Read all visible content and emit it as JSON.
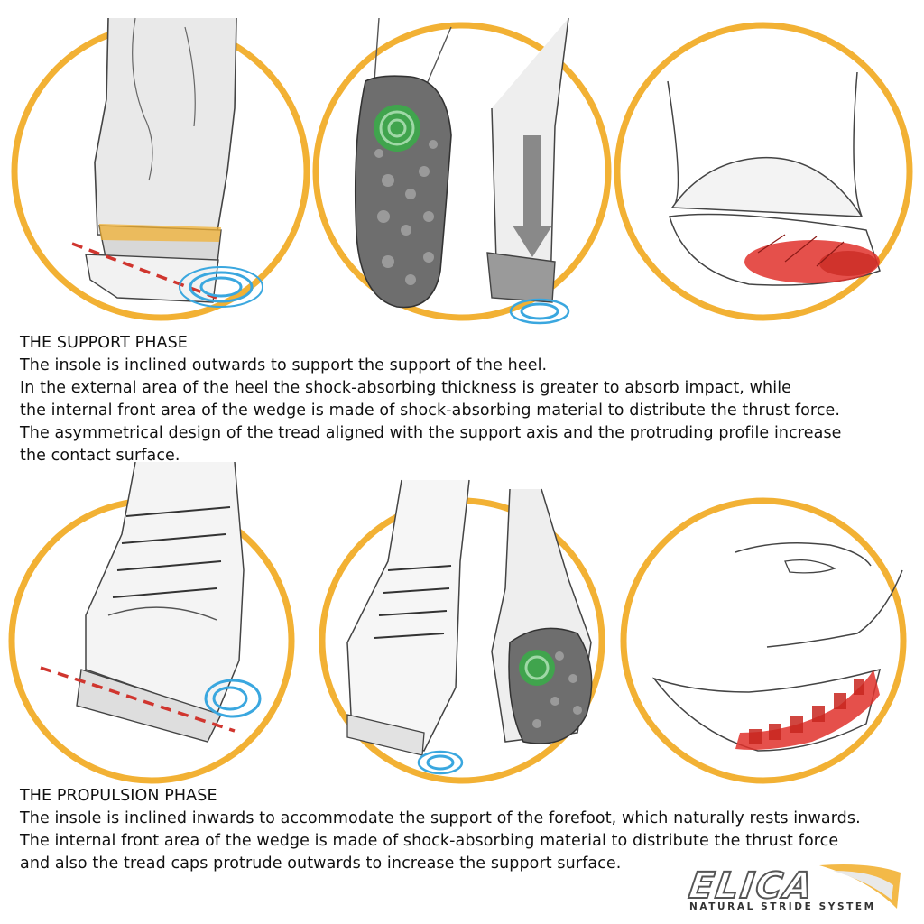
{
  "colors": {
    "circle_ring": "#F2B134",
    "impact_blue": "#3AA7DF",
    "highlight_green": "#3BAA49",
    "pressure_red": "#E0312B",
    "axis_dash": "#D0352E",
    "sketch_line": "#333333",
    "sole_gray": "#6E6E6E"
  },
  "support_phase": {
    "title": "THE SUPPORT PHASE",
    "lines": [
      "The insole is inclined outwards to support the support of the heel.",
      "In the external area of the heel the shock-absorbing thickness is greater to absorb impact, while",
      "the internal front area of the wedge is made of shock-absorbing material to distribute the thrust force.",
      "The asymmetrical design of the tread aligned with the support axis and the protruding profile increase",
      "the contact surface."
    ]
  },
  "propulsion_phase": {
    "title": "THE PROPULSION PHASE",
    "lines": [
      "The insole is inclined inwards to accommodate the support of the forefoot, which naturally rests inwards.",
      "The internal front area of the wedge is made of shock-absorbing material to distribute the thrust force",
      "and also the tread caps protrude outwards to increase the support surface."
    ]
  },
  "logo": {
    "brand": "ELICA",
    "tagline": "NATURAL STRIDE SYSTEM"
  },
  "illustrations": {
    "top": [
      "heel-strike-icon",
      "sole-impact-icon",
      "heel-pressure-icon"
    ],
    "bottom": [
      "forefoot-inclination-icon",
      "toe-off-icon",
      "forefoot-pressure-icon"
    ]
  }
}
